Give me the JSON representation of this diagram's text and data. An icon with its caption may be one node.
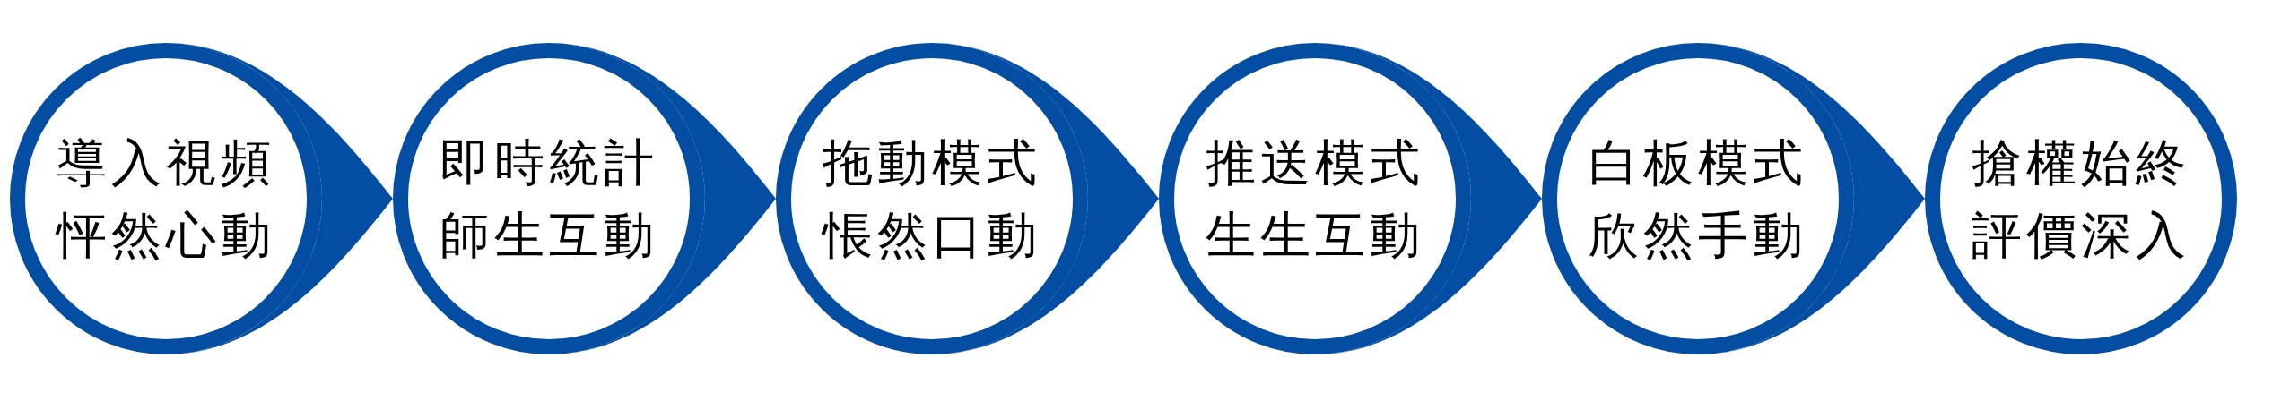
{
  "diagram": {
    "nodes": [
      {
        "text": [
          "導入視頻",
          "怦然心動"
        ]
      },
      {
        "text": [
          "即時統計",
          "師生互動"
        ]
      },
      {
        "text": [
          "拖動模式",
          "悵然口動"
        ]
      },
      {
        "text": [
          "推送模式",
          "生生互動"
        ]
      },
      {
        "text": [
          "白板模式",
          "欣然手動"
        ]
      },
      {
        "text": [
          "搶權始終",
          "評價深入"
        ]
      }
    ],
    "edges": [
      {
        "from": 0,
        "to": 1,
        "arrow": "to"
      },
      {
        "from": 1,
        "to": 2,
        "arrow": "to"
      },
      {
        "from": 2,
        "to": 3,
        "arrow": "to"
      },
      {
        "from": 3,
        "to": 4,
        "arrow": "to"
      },
      {
        "from": 4,
        "to": 5,
        "arrow": "to"
      }
    ]
  }
}
